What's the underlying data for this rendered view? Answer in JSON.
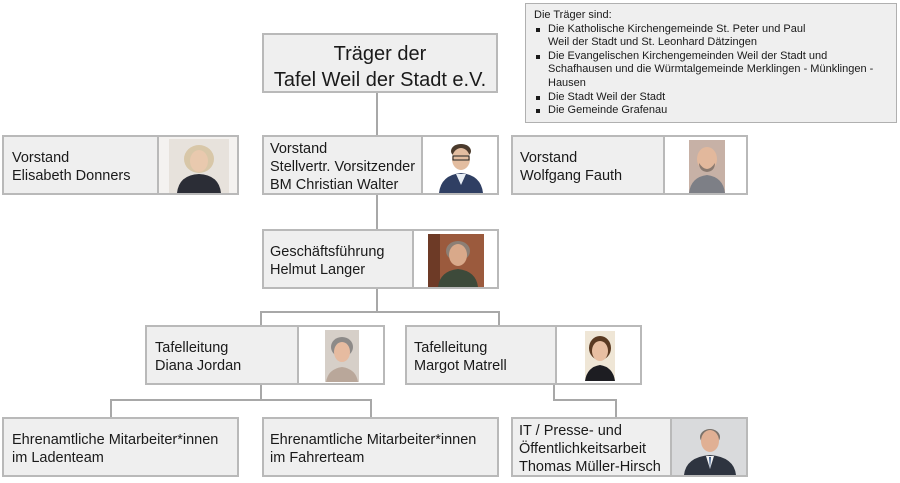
{
  "info_box": {
    "heading": "Die Träger sind:",
    "items": [
      {
        "line1": "Die Katholische Kirchengemeinde St. Peter und Paul",
        "line2": "Weil der Stadt und St. Leonhard Dätzingen"
      },
      {
        "line1": "Die Evangelischen Kirchengemeinden Weil der Stadt und",
        "line2": "Schafhausen und die Würmtalgemeinde Merklingen - Münklingen -",
        "line3": "Hausen"
      },
      {
        "line1": "Die Stadt Weil der Stadt"
      },
      {
        "line1": "Die Gemeinde Grafenau"
      }
    ]
  },
  "nodes": {
    "traeger": {
      "line1": "Träger der",
      "line2": "Tafel Weil der Stadt e.V."
    },
    "vorstand_left": {
      "line1": "Vorstand",
      "line2": "Elisabeth Donners"
    },
    "vorstand_center": {
      "line1": "Vorstand",
      "line2": "Stellvertr. Vorsitzender",
      "line3": "BM Christian Walter"
    },
    "vorstand_right": {
      "line1": "Vorstand",
      "line2": "Wolfgang Fauth"
    },
    "geschaeftsfuehrung": {
      "line1": "Geschäftsführung",
      "line2": "Helmut Langer"
    },
    "tafelleitung_left": {
      "line1": "Tafelleitung",
      "line2": "Diana Jordan"
    },
    "tafelleitung_right": {
      "line1": "Tafelleitung",
      "line2": "Margot Matrell"
    },
    "ladenteam": {
      "line1": "Ehrenamtliche Mitarbeiter*innen",
      "line2": "im Ladenteam"
    },
    "fahrerteam": {
      "line1": "Ehrenamtliche Mitarbeiter*innen",
      "line2": "im Fahrerteam"
    },
    "it_presse": {
      "line1": "IT / Presse- und",
      "line2": "Öffentlichkeitsarbeit",
      "line3": "Thomas Müller-Hirsch"
    }
  }
}
